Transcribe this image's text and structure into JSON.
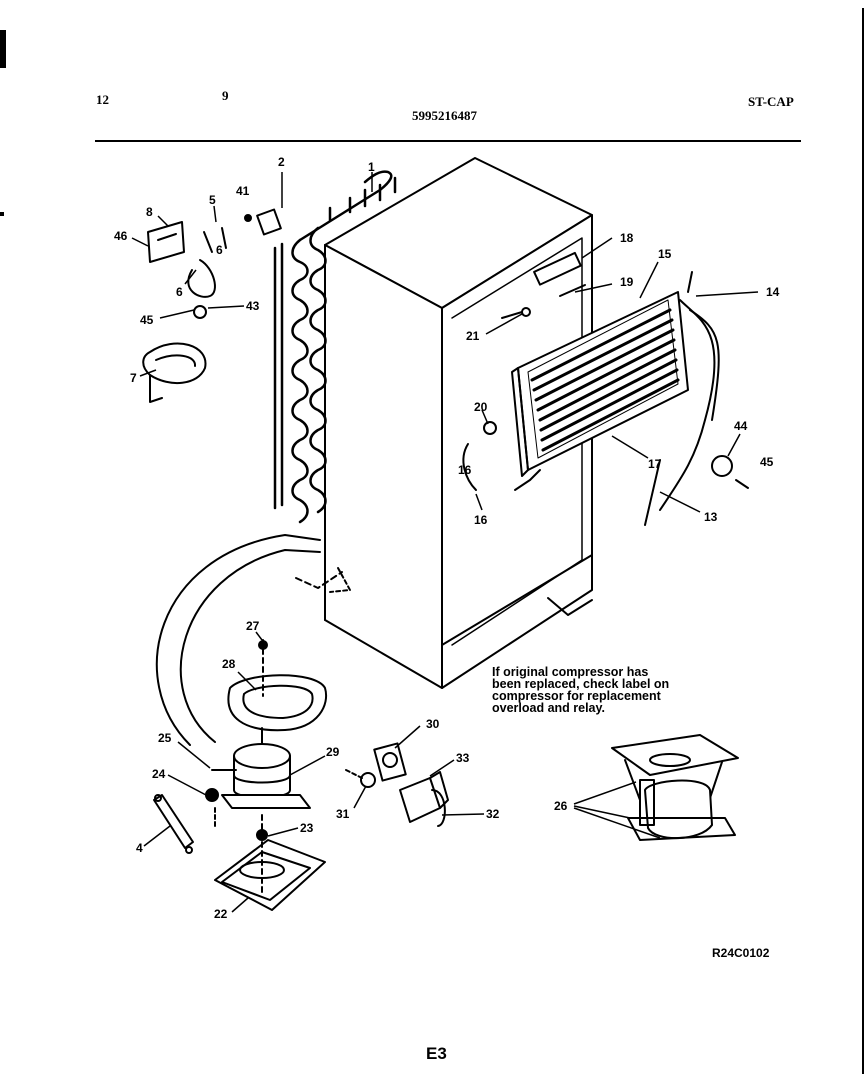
{
  "header": {
    "page_number": "12",
    "mark": "9",
    "model_number": "5995216487",
    "section_code": "ST-CAP"
  },
  "callouts": [
    "1",
    "2",
    "41",
    "8",
    "46",
    "5",
    "6",
    "6",
    "45",
    "43",
    "7",
    "18",
    "15",
    "19",
    "14",
    "21",
    "20",
    "44",
    "45",
    "17",
    "16",
    "16",
    "13",
    "27",
    "28",
    "25",
    "29",
    "30",
    "33",
    "24",
    "31",
    "32",
    "26",
    "4",
    "23",
    "22"
  ],
  "note": {
    "text": "If original compressor has\nbeen replaced, check label on\ncompressor for replacement\noverload and relay."
  },
  "diagram_code": "R24C0102",
  "footer": {
    "page_label": "E3"
  }
}
